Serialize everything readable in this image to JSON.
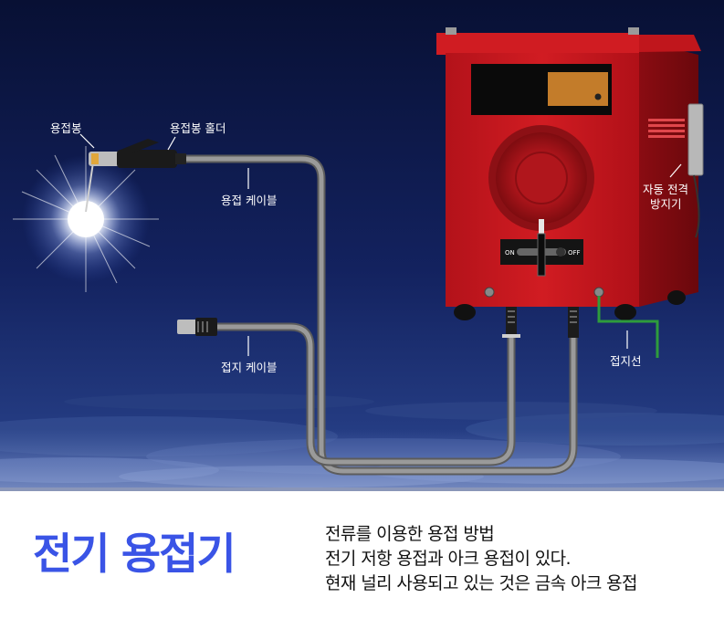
{
  "labels": {
    "electrode": "용접봉",
    "holder": "용접봉 홀더",
    "welding_cable": "용접 케이블",
    "ground_cable": "접지 케이블",
    "anti_shock_line1": "자동 전격",
    "anti_shock_line2": "방지기",
    "ground_wire": "접지선",
    "switch_on": "ON",
    "switch_off": "OFF"
  },
  "caption": {
    "title": "전기 용접기",
    "lines": [
      "전류를 이용한 용접 방법",
      "전기 저항 용접과 아크 용접이 있다.",
      "현재 널리 사용되고 있는 것은 금속 아크 용접"
    ]
  },
  "colors": {
    "title": "#3a54e6",
    "machine_body": "#c8151b",
    "sky_top": "#0b1240",
    "sky_bottom": "#1e3478",
    "ground_wire": "#2e9c3c"
  }
}
